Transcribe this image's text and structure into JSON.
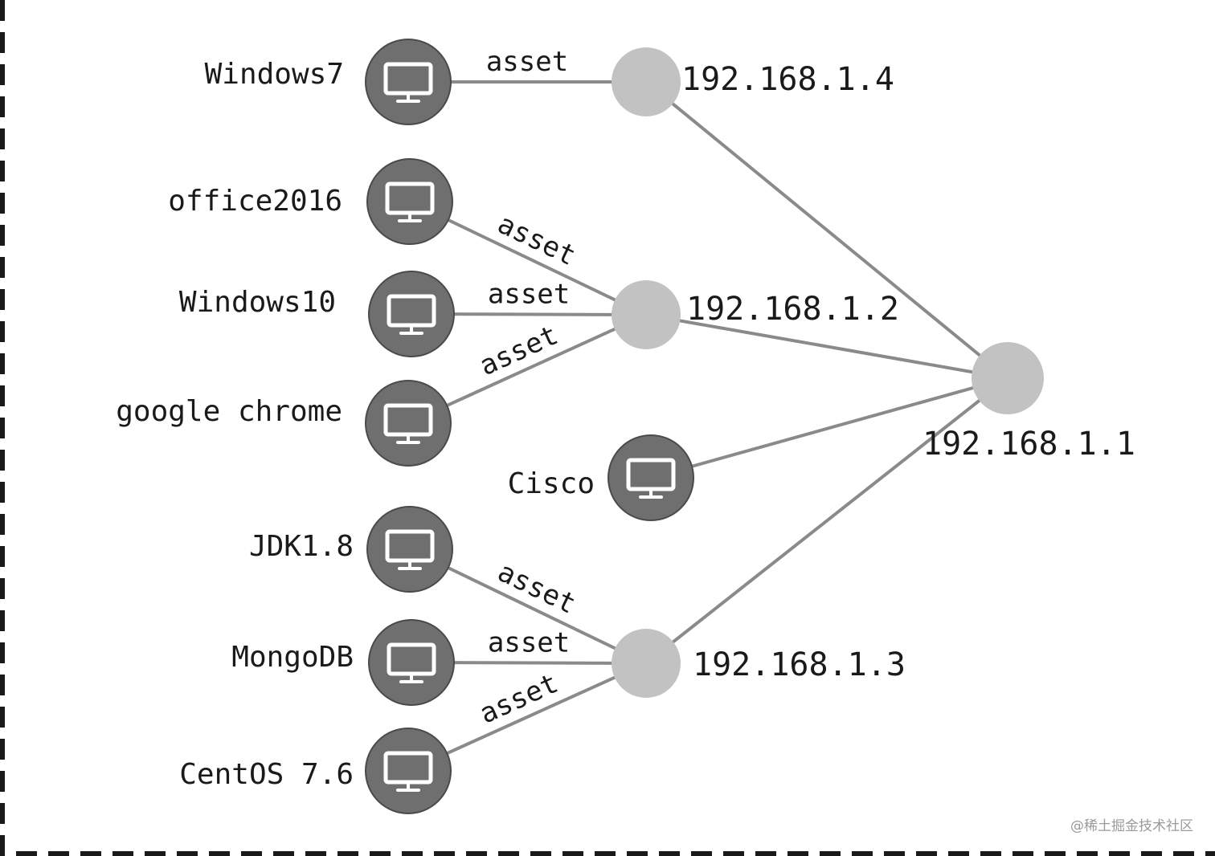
{
  "diagram": {
    "ip_nodes": [
      {
        "id": "ip4",
        "label": "192.168.1.4"
      },
      {
        "id": "ip2",
        "label": "192.168.1.2"
      },
      {
        "id": "ip1",
        "label": "192.168.1.1"
      },
      {
        "id": "ip3",
        "label": "192.168.1.3"
      }
    ],
    "asset_nodes": [
      {
        "id": "windows7",
        "label": "Windows7"
      },
      {
        "id": "office2016",
        "label": "office2016"
      },
      {
        "id": "windows10",
        "label": "Windows10"
      },
      {
        "id": "google-chrome",
        "label": "google chrome"
      },
      {
        "id": "cisco",
        "label": "Cisco"
      },
      {
        "id": "jdk18",
        "label": "JDK1.8"
      },
      {
        "id": "mongodb",
        "label": "MongoDB"
      },
      {
        "id": "centos76",
        "label": "CentOS 7.6"
      }
    ],
    "edges": [
      {
        "from": "windows7",
        "to": "ip4",
        "label": "asset"
      },
      {
        "from": "office2016",
        "to": "ip2",
        "label": "asset"
      },
      {
        "from": "windows10",
        "to": "ip2",
        "label": "asset"
      },
      {
        "from": "google-chrome",
        "to": "ip2",
        "label": "asset"
      },
      {
        "from": "jdk18",
        "to": "ip3",
        "label": "asset"
      },
      {
        "from": "mongodb",
        "to": "ip3",
        "label": "asset"
      },
      {
        "from": "centos76",
        "to": "ip3",
        "label": "asset"
      },
      {
        "from": "ip4",
        "to": "ip1",
        "label": ""
      },
      {
        "from": "ip2",
        "to": "ip1",
        "label": ""
      },
      {
        "from": "cisco",
        "to": "ip1",
        "label": ""
      },
      {
        "from": "ip3",
        "to": "ip1",
        "label": ""
      }
    ],
    "icon": "monitor-icon"
  },
  "watermark": "@稀土掘金技术社区"
}
